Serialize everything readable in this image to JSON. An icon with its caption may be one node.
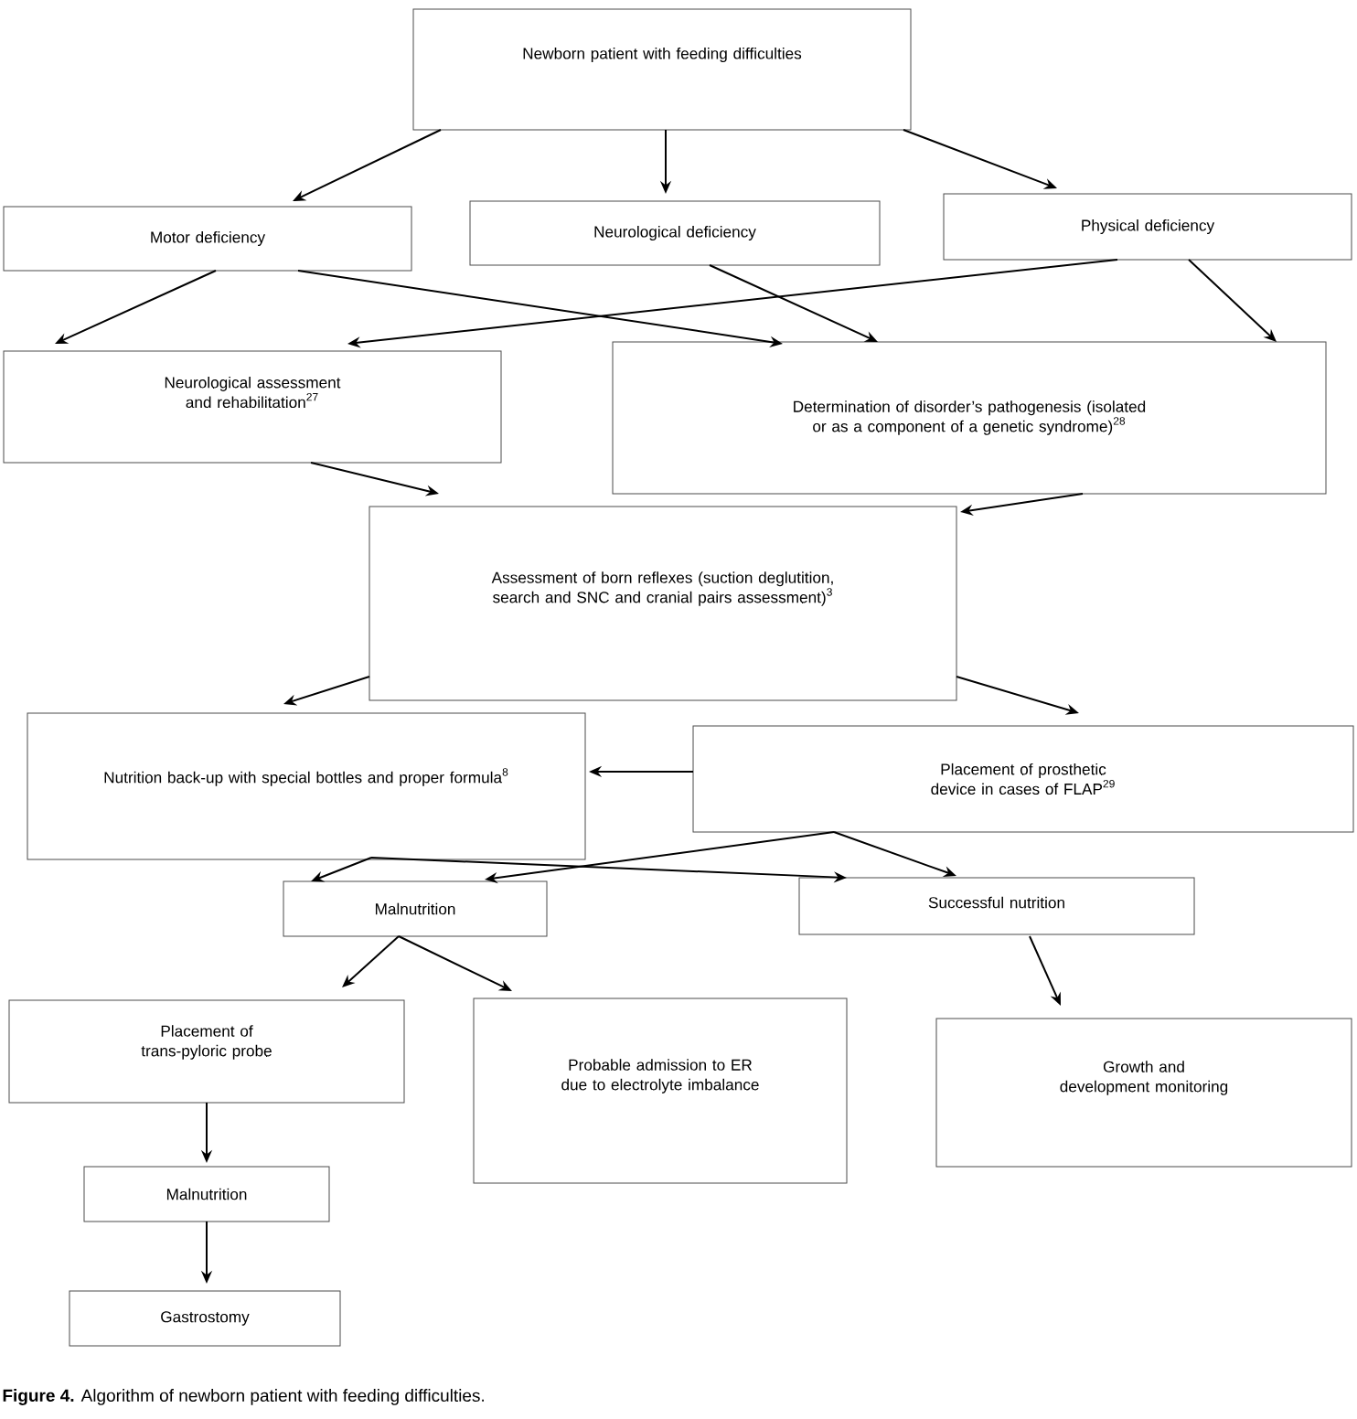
{
  "diagram": {
    "caption": "**Figure 4.** Algorithm of newborn patient with feeding difficulties.",
    "nodes": [
      {
        "text": [
          "Newborn patient with feeding difficulties"
        ]
      },
      {
        "text": [
          "Motor deficiency"
        ]
      },
      {
        "text": [
          "Neurological deficiency"
        ]
      },
      {
        "text": [
          "Physical deficiency"
        ]
      },
      {
        "text": [
          "Neurological assessment and rehabilitation$^{27}$"
        ]
      },
      {
        "text": [
          "Determination of disorder’s pathogenesis (isolated or as a component of a genetic syndrome)$^{28}$"
        ]
      },
      {
        "text": [
          "Assessment of born reflexes (suction deglutition, search and SNC and cranial pairs assessment)$^{3}$"
        ]
      },
      {
        "text": [
          "Nutrition back-up with special bottles and proper formula$^{8}$"
        ]
      },
      {
        "text": [
          "Placement of prosthetic device in cases of FLAP$^{29}$"
        ]
      },
      {
        "text": [
          "Malnutrition"
        ]
      },
      {
        "text": [
          "Successful nutrition"
        ]
      },
      {
        "text": [
          "Placement of trans-pyloric probe"
        ]
      },
      {
        "text": [
          "Probable admission to ER due to electrolyte imbalance"
        ]
      },
      {
        "text": [
          "Growth and development monitoring"
        ]
      },
      {
        "text": [
          "Malnutrition"
        ]
      },
      {
        "text": [
          "Gastrostomy"
        ]
      }
    ],
    "edges": [
      {
        "from": 0,
        "to": 1,
        "arrow": "to"
      },
      {
        "from": 0,
        "to": 2,
        "arrow": "to"
      },
      {
        "from": 0,
        "to": 3,
        "arrow": "to"
      },
      {
        "from": 1,
        "to": 4,
        "arrow": "to"
      },
      {
        "from": 1,
        "to": 5,
        "arrow": "to"
      },
      {
        "from": 2,
        "to": 5,
        "arrow": "to"
      },
      {
        "from": 3,
        "to": 4,
        "arrow": "to"
      },
      {
        "from": 3,
        "to": 5,
        "arrow": "to"
      },
      {
        "from": 4,
        "to": 6,
        "arrow": "to"
      },
      {
        "from": 5,
        "to": 6,
        "arrow": "to"
      },
      {
        "from": 6,
        "to": 7,
        "arrow": "to"
      },
      {
        "from": 6,
        "to": 8,
        "arrow": "to"
      },
      {
        "from": 8,
        "to": 7,
        "arrow": "to"
      },
      {
        "from": 7,
        "to": 9,
        "arrow": "to"
      },
      {
        "from": 7,
        "to": 10,
        "arrow": "to"
      },
      {
        "from": 8,
        "to": 9,
        "arrow": "to"
      },
      {
        "from": 8,
        "to": 10,
        "arrow": "to"
      },
      {
        "from": 9,
        "to": 11,
        "arrow": "to"
      },
      {
        "from": 9,
        "to": 12,
        "arrow": "to"
      },
      {
        "from": 10,
        "to": 13,
        "arrow": "to"
      },
      {
        "from": 11,
        "to": 14,
        "arrow": "to"
      },
      {
        "from": 14,
        "to": 15,
        "arrow": "to"
      }
    ]
  }
}
